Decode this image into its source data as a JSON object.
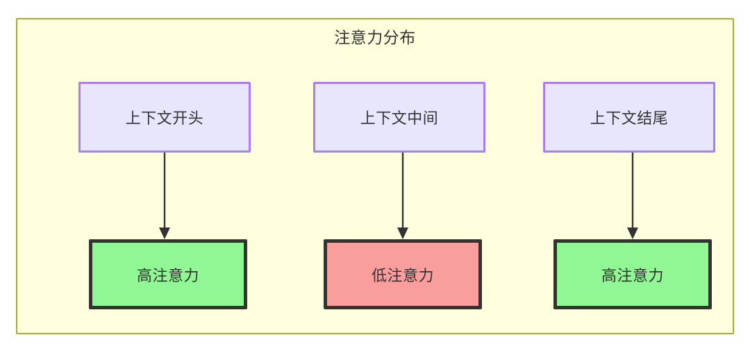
{
  "diagram": {
    "title": "注意力分布",
    "container_fill": "#ffffde",
    "container_stroke": "#aaaa33",
    "columns": [
      {
        "source": {
          "label": "上下文开头",
          "fill": "#e8e6fc",
          "stroke": "#ab7df0"
        },
        "target": {
          "label": "高注意力",
          "fill": "#90f794",
          "stroke": "#333333"
        },
        "edge": {
          "kind": "arrow",
          "stroke": "#333333"
        }
      },
      {
        "source": {
          "label": "上下文中间",
          "fill": "#e8e6fc",
          "stroke": "#ab7df0"
        },
        "target": {
          "label": "低注意力",
          "fill": "#fa9d9d",
          "stroke": "#333333"
        },
        "edge": {
          "kind": "arrow",
          "stroke": "#333333"
        }
      },
      {
        "source": {
          "label": "上下文结尾",
          "fill": "#e8e6fc",
          "stroke": "#ab7df0"
        },
        "target": {
          "label": "高注意力",
          "fill": "#90f794",
          "stroke": "#333333"
        },
        "edge": {
          "kind": "arrow",
          "stroke": "#333333"
        }
      }
    ]
  }
}
